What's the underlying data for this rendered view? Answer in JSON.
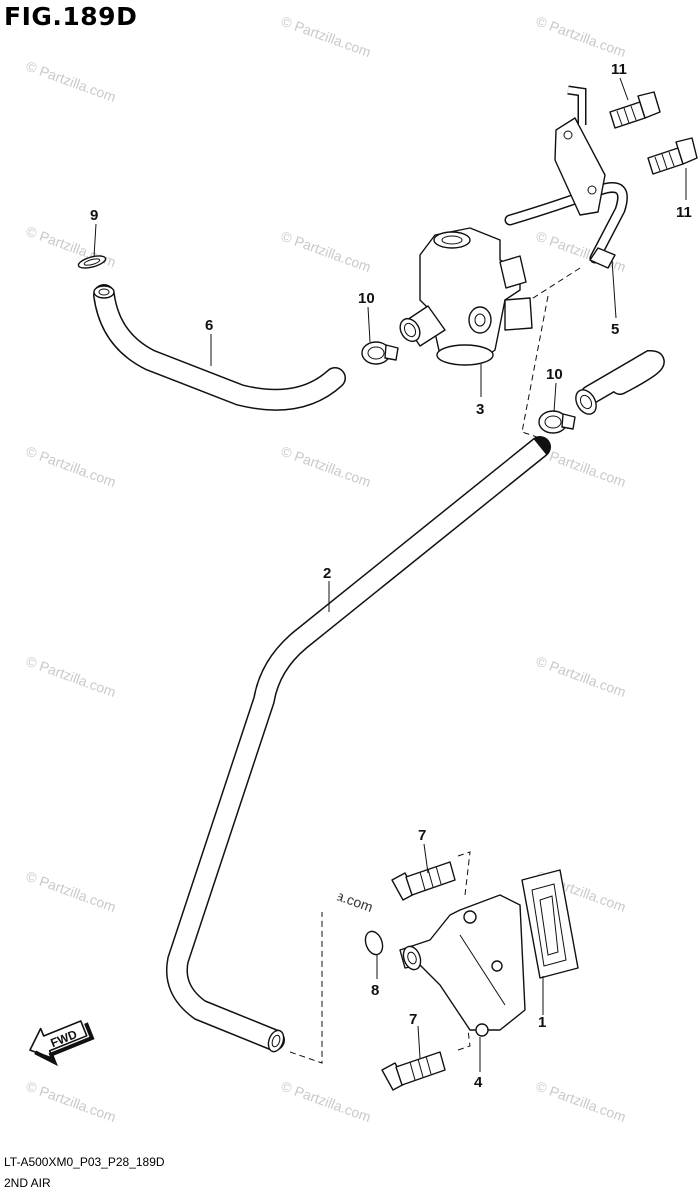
{
  "figure": {
    "title": "FIG.189D",
    "code": "LT-A500XM0_P03_P28_189D",
    "name": "2ND AIR"
  },
  "watermark": {
    "text": "© Partzilla.com",
    "prominent_text": "© Partzilla.com"
  },
  "direction_arrow": {
    "label": "FWD"
  },
  "callouts": [
    {
      "id": "c1",
      "label": "1"
    },
    {
      "id": "c2",
      "label": "2"
    },
    {
      "id": "c3",
      "label": "3"
    },
    {
      "id": "c4",
      "label": "4"
    },
    {
      "id": "c5",
      "label": "5"
    },
    {
      "id": "c6",
      "label": "6"
    },
    {
      "id": "c7a",
      "label": "7"
    },
    {
      "id": "c7b",
      "label": "7"
    },
    {
      "id": "c8",
      "label": "8"
    },
    {
      "id": "c9",
      "label": "9"
    },
    {
      "id": "c10a",
      "label": "10"
    },
    {
      "id": "c10b",
      "label": "10"
    },
    {
      "id": "c11a",
      "label": "11"
    },
    {
      "id": "c11b",
      "label": "11"
    }
  ],
  "colors": {
    "line": "#111111",
    "watermark": "#c9c9c9",
    "background": "#ffffff"
  }
}
